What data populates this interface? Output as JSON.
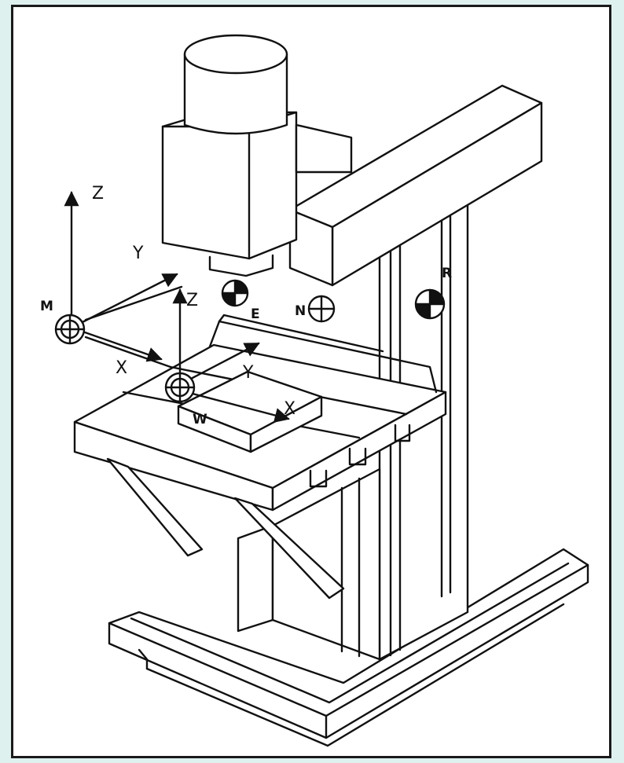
{
  "labels": {
    "m_z": "Z",
    "m_y": "Y",
    "m_x": "X",
    "m_origin": "M",
    "w_z": "Z",
    "w_y": "Y",
    "w_x": "X",
    "w_origin": "W",
    "tool_point": "E",
    "machine_ref": "N",
    "ref_point": "R"
  },
  "icons": {
    "origin_marker": "crosshair-circle-icon",
    "half_filled_marker": "half-filled-circle-icon"
  },
  "colors": {
    "page_background": "#dff1ef",
    "frame_border": "#1a1a1a",
    "line": "#111111"
  }
}
